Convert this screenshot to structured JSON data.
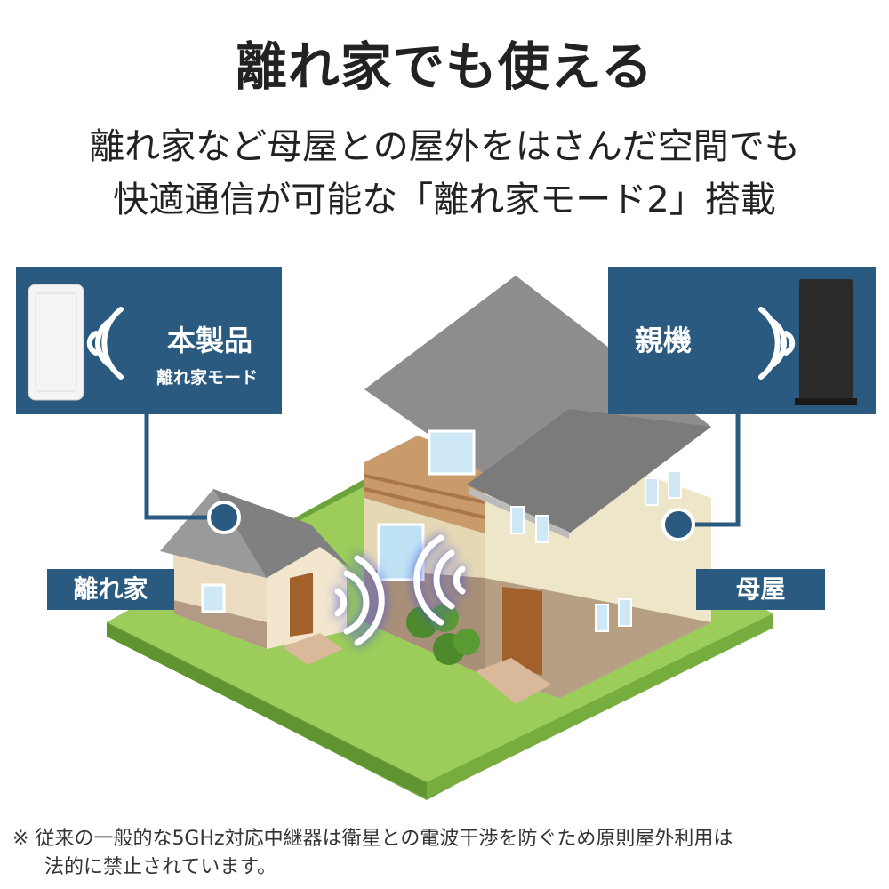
{
  "title": "離れ家でも使える",
  "subtitle": {
    "line1": "離れ家など母屋との屋外をはさんだ空間でも",
    "line2": "快適通信が可能な「離れ家モード2」搭載"
  },
  "product_box": {
    "name": "本製品",
    "mode": "離れ家モード",
    "icon": "wifi-signal-icon"
  },
  "router_box": {
    "name": "親機",
    "icon": "wifi-signal-icon"
  },
  "labels": {
    "annex": "離れ家",
    "main_house": "母屋"
  },
  "footnote": {
    "mark": "※",
    "line1": "従来の一般的な5GHz対応中継器は衛星との電波干渉を防ぐため原則屋外利用は",
    "line2": "法的に禁止されています。"
  },
  "colors": {
    "accent": "#2b5a80",
    "lawn": "#8dc63f",
    "signal": "#5560e0"
  }
}
